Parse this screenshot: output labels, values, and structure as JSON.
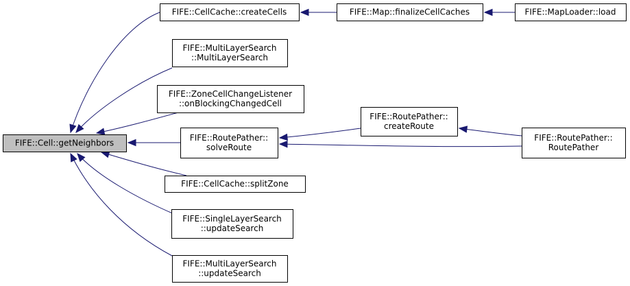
{
  "colors": {
    "edge": "#191970",
    "root_fill": "#bfbfbf",
    "node_fill": "#ffffff",
    "node_border": "#000000"
  },
  "nodes": [
    {
      "id": "n_getNeighbors",
      "lines": [
        "FIFE::Cell::getNeighbors"
      ],
      "root": true
    },
    {
      "id": "n_createCells",
      "lines": [
        "FIFE::CellCache::createCells"
      ]
    },
    {
      "id": "n_finalize",
      "lines": [
        "FIFE::Map::finalizeCellCaches"
      ]
    },
    {
      "id": "n_load",
      "lines": [
        "FIFE::MapLoader::load"
      ]
    },
    {
      "id": "n_mlsCtor",
      "lines": [
        "FIFE::MultiLayerSearch",
        "::MultiLayerSearch"
      ]
    },
    {
      "id": "n_zone",
      "lines": [
        "FIFE::ZoneCellChangeListener",
        "::onBlockingChangedCell"
      ]
    },
    {
      "id": "n_solve",
      "lines": [
        "FIFE::RoutePather::",
        "solveRoute"
      ]
    },
    {
      "id": "n_createRoute",
      "lines": [
        "FIFE::RoutePather::",
        "createRoute"
      ]
    },
    {
      "id": "n_rpCtor",
      "lines": [
        "FIFE::RoutePather::",
        "RoutePather"
      ]
    },
    {
      "id": "n_split",
      "lines": [
        "FIFE::CellCache::splitZone"
      ]
    },
    {
      "id": "n_slsUpdate",
      "lines": [
        "FIFE::SingleLayerSearch",
        "::updateSearch"
      ]
    },
    {
      "id": "n_mlsUpdate",
      "lines": [
        "FIFE::MultiLayerSearch",
        "::updateSearch"
      ]
    }
  ],
  "edges": [
    {
      "from": "n_createCells",
      "to": "n_getNeighbors"
    },
    {
      "from": "n_mlsCtor",
      "to": "n_getNeighbors"
    },
    {
      "from": "n_zone",
      "to": "n_getNeighbors"
    },
    {
      "from": "n_solve",
      "to": "n_getNeighbors"
    },
    {
      "from": "n_split",
      "to": "n_getNeighbors"
    },
    {
      "from": "n_slsUpdate",
      "to": "n_getNeighbors"
    },
    {
      "from": "n_mlsUpdate",
      "to": "n_getNeighbors"
    },
    {
      "from": "n_finalize",
      "to": "n_createCells"
    },
    {
      "from": "n_load",
      "to": "n_finalize"
    },
    {
      "from": "n_createRoute",
      "to": "n_solve"
    },
    {
      "from": "n_rpCtor",
      "to": "n_solve"
    },
    {
      "from": "n_rpCtor",
      "to": "n_createRoute"
    }
  ]
}
